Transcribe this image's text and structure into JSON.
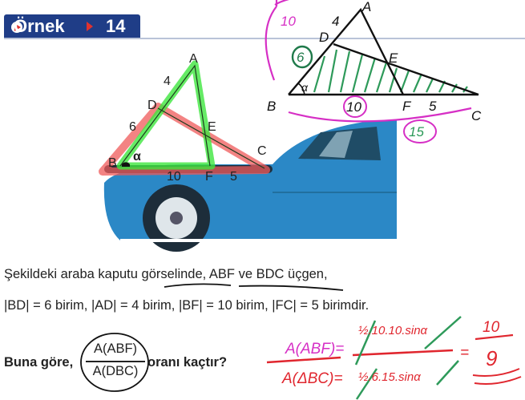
{
  "header": {
    "word": "Örnek",
    "number": "14",
    "colors": {
      "banner": "#1f3d87",
      "arrow": "#e0322f"
    }
  },
  "figure": {
    "labels": {
      "A": "A",
      "B": "B",
      "C": "C",
      "D": "D",
      "E": "E",
      "F": "F",
      "alpha": "α",
      "ad": "4",
      "bd": "6",
      "bf": "10",
      "fc": "5"
    },
    "colors": {
      "triangle_abf": "#3ee63e",
      "triangle_dbc": "#ef5a5a",
      "car": "#2b88c6"
    }
  },
  "question": {
    "line1": "Şekildeki araba kaputu görselinde, ABF ve BDC üçgen,",
    "line2": "|BD| = 6 birim, |AD| = 4 birim, |BF| = 10 birim, |FC| = 5 birimdir.",
    "prefix": "Buna göre,",
    "numerator": "A(ABF)",
    "denominator": "A(DBC)",
    "suffix": "oranı kaçtır?"
  },
  "handwriting": {
    "sketch_labels": {
      "A": "A",
      "B": "B",
      "C": "C",
      "D": "D",
      "E": "E",
      "F": "F",
      "alpha": "α",
      "ad": "4",
      "bd": "6",
      "ba": "10",
      "bf": "10",
      "fc": "5",
      "bc": "15"
    },
    "num_left": "A(ABF)=",
    "num_right": "½.10.10.sinα",
    "den_left": "A(ΔBC)=",
    "den_right": "½.6.15.sinα",
    "result_num": "10",
    "result_den": "9",
    "equals": "="
  }
}
